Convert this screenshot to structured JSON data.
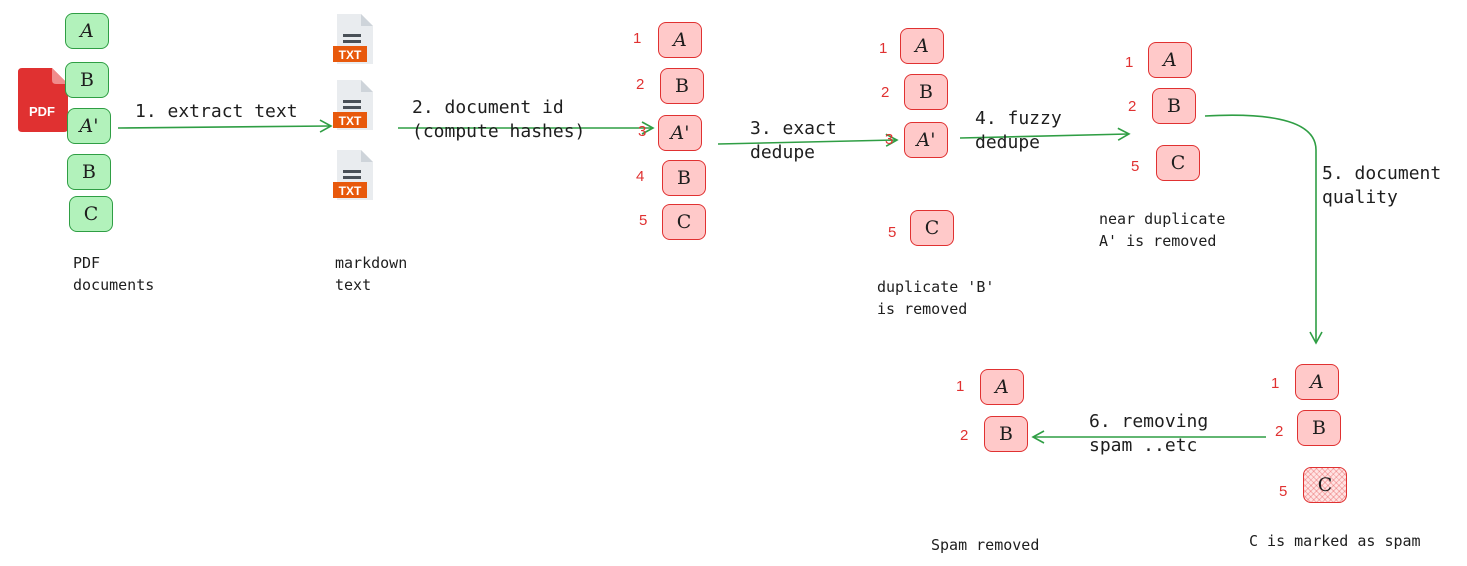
{
  "colors": {
    "accent_red": "#e03131",
    "box_red_fill": "#ffc9c9",
    "box_green_fill": "#b2f2bb",
    "arrow_green": "#2f9e44"
  },
  "icons": {
    "pdf": "pdf-file-icon",
    "txt": "txt-file-icon"
  },
  "pdf_icon_label": "PDF",
  "txt_icon_label": "TXT",
  "source": {
    "docs": [
      "A",
      "B",
      "A'",
      "B",
      "C"
    ],
    "caption_line1": "PDF",
    "caption_line2": "documents"
  },
  "text_stage": {
    "caption_line1": "markdown",
    "caption_line2": "text"
  },
  "steps": {
    "s1": "1. extract text",
    "s2_line1": "2. document id",
    "s2_line2": "(compute hashes)",
    "s3_line1": "3. exact",
    "s3_line2": "dedupe",
    "s4_line1": "4. fuzzy",
    "s4_line2": "dedupe",
    "s5_line1": "5. document",
    "s5_line2": "quality",
    "s6_line1": "6. removing",
    "s6_line2": "spam ..etc"
  },
  "ids_stage": {
    "docs": [
      {
        "num": "1",
        "label": "A"
      },
      {
        "num": "2",
        "label": "B"
      },
      {
        "num": "3",
        "label": "A'"
      },
      {
        "num": "4",
        "label": "B"
      },
      {
        "num": "5",
        "label": "C"
      }
    ]
  },
  "exact_stage": {
    "docs": [
      {
        "num": "1",
        "label": "A"
      },
      {
        "num": "2",
        "label": "B"
      },
      {
        "num": "3",
        "label": "A'"
      },
      {
        "num": "5",
        "label": "C"
      }
    ],
    "caption_line1": "duplicate 'B'",
    "caption_line2": "is removed"
  },
  "fuzzy_stage": {
    "docs": [
      {
        "num": "1",
        "label": "A"
      },
      {
        "num": "2",
        "label": "B"
      },
      {
        "num": "5",
        "label": "C"
      }
    ],
    "caption_line1": "near duplicate",
    "caption_line2": "A' is removed"
  },
  "quality_stage": {
    "docs": [
      {
        "num": "1",
        "label": "A"
      },
      {
        "num": "2",
        "label": "B"
      },
      {
        "num": "5",
        "label": "C"
      }
    ],
    "caption": "C is marked as spam"
  },
  "final_stage": {
    "docs": [
      {
        "num": "1",
        "label": "A"
      },
      {
        "num": "2",
        "label": "B"
      }
    ],
    "caption": "Spam removed"
  }
}
